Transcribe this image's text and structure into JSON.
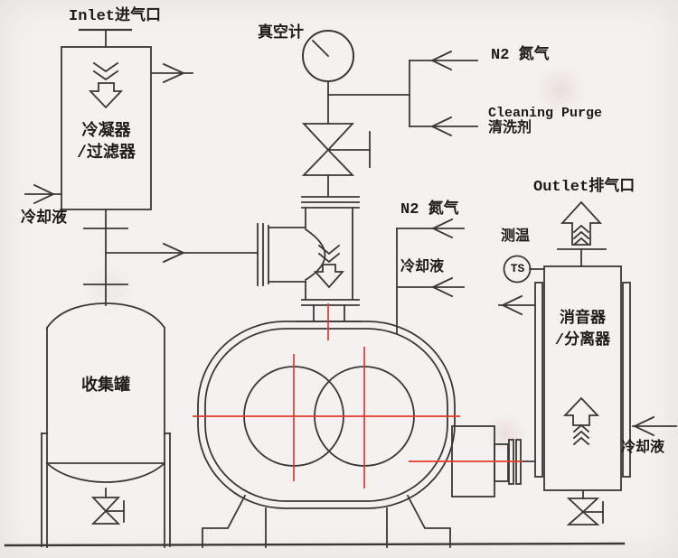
{
  "colors": {
    "line": "#3a3836",
    "centerline_red": "#e23a2c",
    "background": "#f4f1f0",
    "text": "#1e1c1b"
  },
  "equipment": {
    "condenser": {
      "label_line1": "冷凝器",
      "label_line2": "/过滤器"
    },
    "collection_tank": {
      "label": "收集罐"
    },
    "muffler": {
      "label_line1": "消音器",
      "label_line2": "/分离器"
    },
    "vacuum_gauge": {
      "label": "真空计"
    },
    "temperature_sensor": {
      "label": "测温",
      "tag": "TS"
    }
  },
  "streams": {
    "inlet": "Inlet进气口",
    "outlet": "Outlet排气口",
    "n2_top": "N2 氮气",
    "n2_mid": "N2 氮气",
    "cleaning_purge_en": "Cleaning Purge",
    "cleaning_purge_zh": "清洗剂",
    "coolant_left": "冷却液",
    "coolant_mid": "冷却液",
    "coolant_right": "冷却液"
  }
}
